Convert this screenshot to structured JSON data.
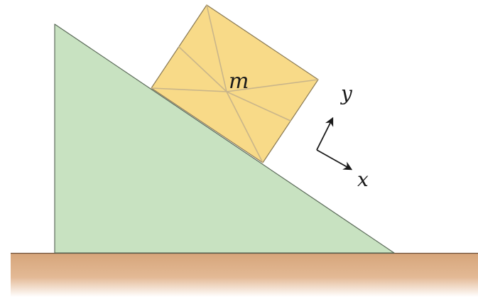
{
  "mass_label": "m",
  "axis_y_label": "y",
  "axis_x_label": "x",
  "colors": {
    "incline": "#c8e2c1",
    "incline_stroke": "#5c6b5a",
    "block": "#f8da88",
    "block_stroke": "#8a7a55",
    "wrap_lines": "#c9b58a",
    "ground_top": "#d6a57a",
    "ground_bottom": "#ffffff",
    "axes": "#1a1a1a"
  }
}
